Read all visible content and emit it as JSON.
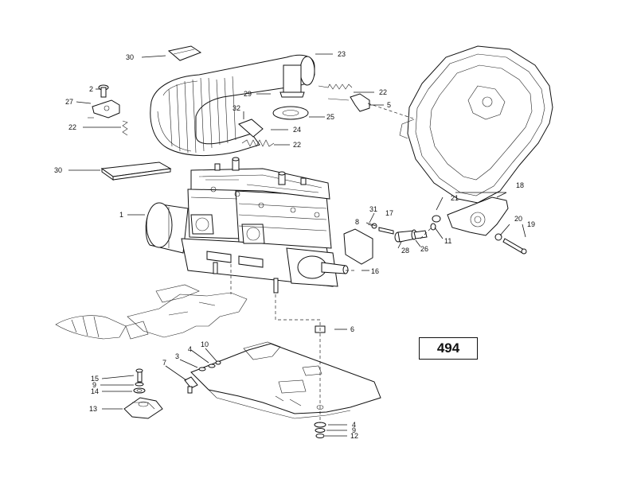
{
  "page_number": "494",
  "callouts": {
    "c1": "1",
    "c2": "2",
    "c3": "3",
    "c4a": "4",
    "c4b": "4",
    "c5": "5",
    "c6": "6",
    "c7": "7",
    "c8": "8",
    "c9a": "9",
    "c9b": "9",
    "c10": "10",
    "c11": "11",
    "c12": "12",
    "c13": "13",
    "c14": "14",
    "c15": "15",
    "c16": "16",
    "c17": "17",
    "c18": "18",
    "c19": "19",
    "c20": "20",
    "c21": "21",
    "c22a": "22",
    "c22b": "22",
    "c22c": "22",
    "c23": "23",
    "c24": "24",
    "c25": "25",
    "c26": "26",
    "c27": "27",
    "c28": "28",
    "c29": "29",
    "c30a": "30",
    "c30b": "30",
    "c31": "31",
    "c32": "32"
  }
}
